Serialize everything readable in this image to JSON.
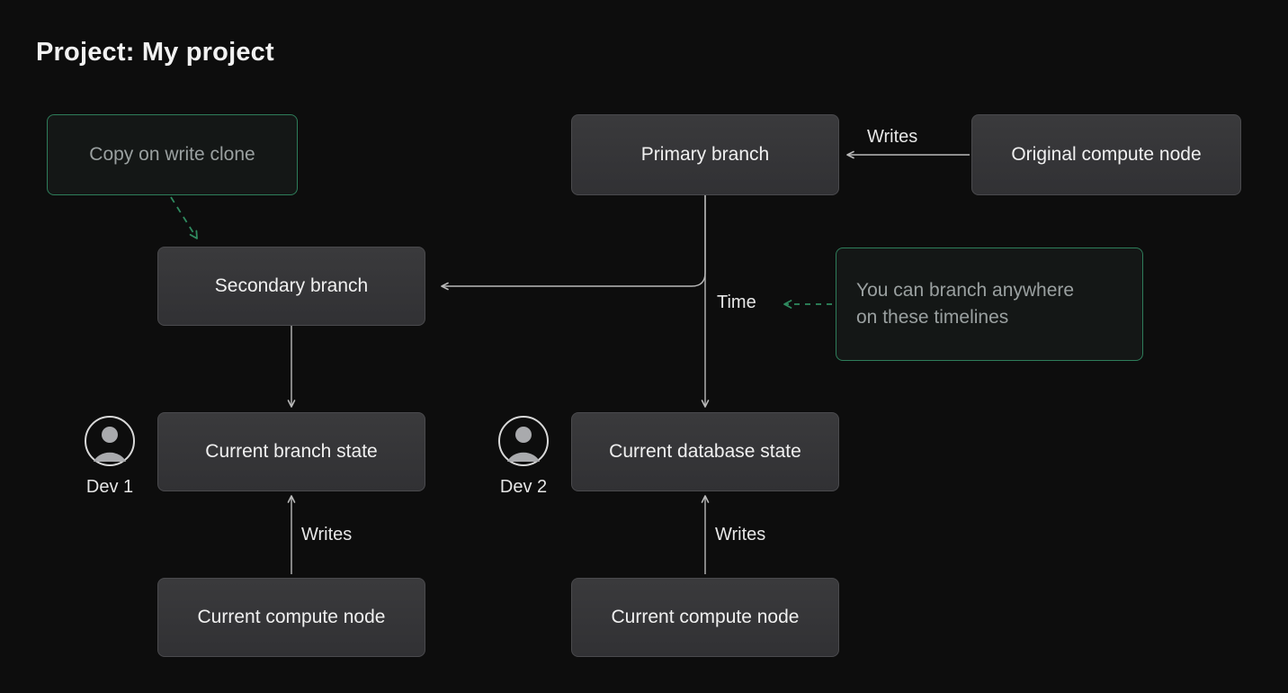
{
  "page": {
    "title": "Project: My project",
    "background_color": "#0d0d0d",
    "accent_green": "#2e7d5a",
    "node_fill": "#343437",
    "node_border": "#4a4a4d",
    "text_color": "#f0f0f0",
    "muted_text_color": "#9aa0a0"
  },
  "nodes": {
    "copy_on_write_clone": {
      "label": "Copy on write clone",
      "style": "green-callout"
    },
    "primary_branch": {
      "label": "Primary branch",
      "style": "node"
    },
    "original_compute_node": {
      "label": "Original compute node",
      "style": "node"
    },
    "secondary_branch": {
      "label": "Secondary branch",
      "style": "node"
    },
    "branch_anywhere_note": {
      "label": "You can branch anywhere on these timelines",
      "line1": "You can branch anywhere",
      "line2": "on these timelines",
      "style": "green-callout"
    },
    "current_branch_state": {
      "label": "Current branch state",
      "style": "node"
    },
    "current_database_state": {
      "label": "Current database state",
      "style": "node"
    },
    "current_compute_node_left": {
      "label": "Current compute node",
      "style": "node"
    },
    "current_compute_node_right": {
      "label": "Current compute node",
      "style": "node"
    }
  },
  "edge_labels": {
    "writes_top": "Writes",
    "time": "Time",
    "writes_left": "Writes",
    "writes_right": "Writes"
  },
  "actors": [
    {
      "name": "Dev 1",
      "icon": "user-avatar-icon"
    },
    {
      "name": "Dev 2",
      "icon": "user-avatar-icon"
    }
  ]
}
